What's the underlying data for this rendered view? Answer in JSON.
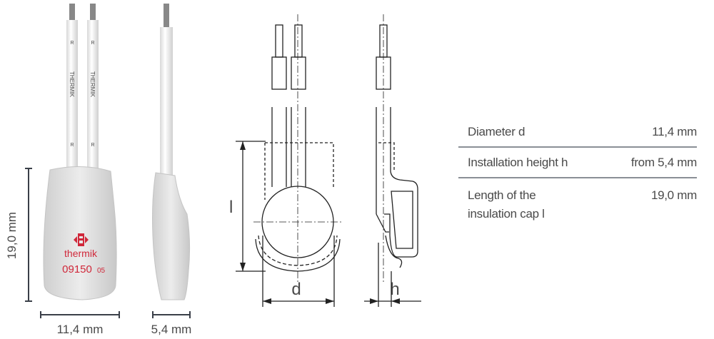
{
  "photo": {
    "cap_brand": "thermik",
    "cap_code": "09150",
    "cap_code_suffix": "05",
    "wire_print": "THERMIK",
    "wire_mark": "R",
    "dim_height": "19,0 mm",
    "dim_width": "11,4 mm",
    "dim_side": "5,4 mm"
  },
  "drawing": {
    "label_length": "l",
    "label_diameter": "d",
    "label_height": "h"
  },
  "specs": [
    {
      "label": "Diameter d",
      "value": "11,4 mm"
    },
    {
      "label": "Installation height h",
      "value": "from 5,4 mm"
    },
    {
      "label": "Length of the insulation cap l",
      "value": "19,0 mm"
    }
  ],
  "colors": {
    "brand_red": "#d0283a",
    "dim_line": "#3a3f48"
  }
}
